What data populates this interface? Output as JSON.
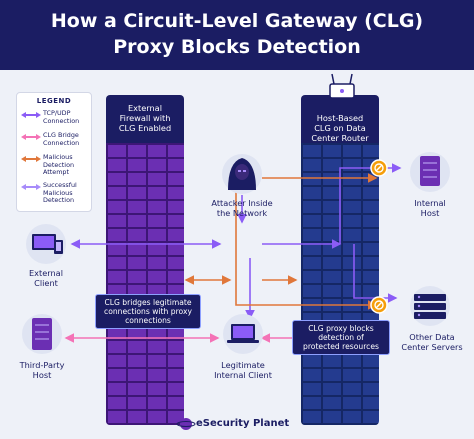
{
  "header": {
    "title_line1": "How a Circuit-Level Gateway (CLG)",
    "title_line2": "Proxy Blocks Detection"
  },
  "legend": {
    "title": "LEGEND",
    "items": [
      {
        "label_line1": "TCP/UDP",
        "label_line2": "Connection",
        "color": "#8b5cf6"
      },
      {
        "label_line1": "CLG Bridge",
        "label_line2": "Connection",
        "color": "#f472b6"
      },
      {
        "label_line1": "Malicious",
        "label_line2": "Detection",
        "label_line3": "Attempt",
        "color": "#e0773a"
      },
      {
        "label_line1": "Successful",
        "label_line2": "Malicious",
        "label_line3": "Detection",
        "color": "#a78bfa"
      }
    ]
  },
  "walls": {
    "left_line1": "External",
    "left_line2": "Firewall with",
    "left_line3": "CLG Enabled",
    "right_line1": "Host-Based",
    "right_line2": "CLG on Data",
    "right_line3": "Center Router"
  },
  "nodes": {
    "attacker_line1": "Attacker Inside",
    "attacker_line2": "the Network",
    "internal_host_line1": "Internal",
    "internal_host_line2": "Host",
    "external_client_line1": "External",
    "external_client_line2": "Client",
    "third_party_line1": "Third-Party",
    "third_party_line2": "Host",
    "legit_client_line1": "Legitimate",
    "legit_client_line2": "Internal Client",
    "other_dc_line1": "Other Data",
    "other_dc_line2": "Center Servers"
  },
  "callouts": {
    "bridge_line1": "CLG bridges legitimate",
    "bridge_line2": "connections with proxy",
    "bridge_line3": "connections",
    "block_line1": "CLG proxy blocks",
    "block_line2": "detection of",
    "block_line3": "protected resources"
  },
  "footer": {
    "brand": "eSecurity Planet"
  },
  "colors": {
    "navy": "#1b1d63",
    "tcp": "#8b5cf6",
    "bridge": "#f472b6",
    "malicious": "#e0773a",
    "success": "#a78bfa"
  }
}
